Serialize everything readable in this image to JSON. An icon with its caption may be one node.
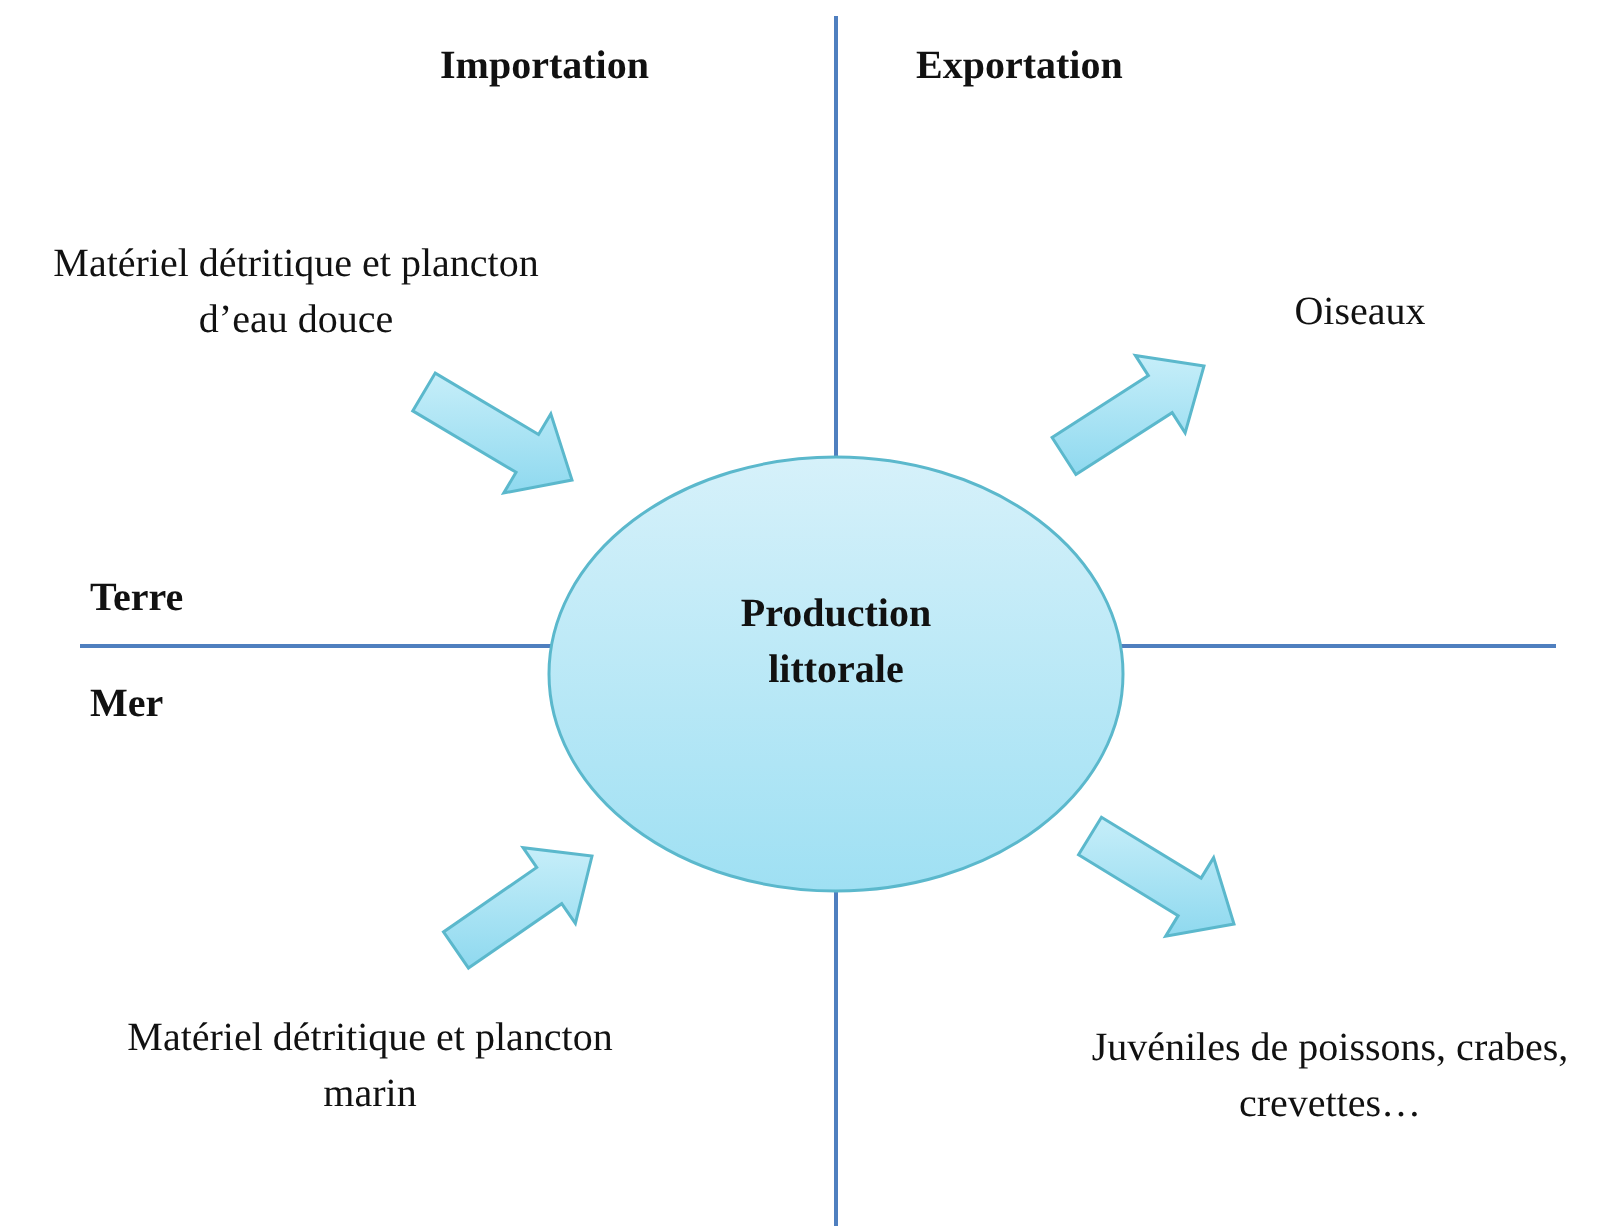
{
  "diagram": {
    "nodes": [
      {
        "text": [
          "Matériel détritique et plancton d’eau douce"
        ]
      },
      {
        "text": [
          "Production littorale"
        ]
      },
      {
        "text": [
          "Oiseaux"
        ]
      },
      {
        "text": [
          "Matériel détritique et plancton marin"
        ]
      },
      {
        "text": [
          "Juvéniles de poissons, crabes, crevettes…"
        ]
      }
    ],
    "edges": [
      {
        "from": 0,
        "to": 1,
        "arrow": "to",
        "style": "thick"
      },
      {
        "from": 3,
        "to": 1,
        "arrow": "to",
        "style": "thick"
      },
      {
        "from": 1,
        "to": 2,
        "arrow": "to",
        "style": "thick"
      },
      {
        "from": 1,
        "to": 4,
        "arrow": "to",
        "style": "thick"
      }
    ],
    "labels": [
      "Importation",
      "Exportation",
      "Terre",
      "Mer"
    ]
  }
}
